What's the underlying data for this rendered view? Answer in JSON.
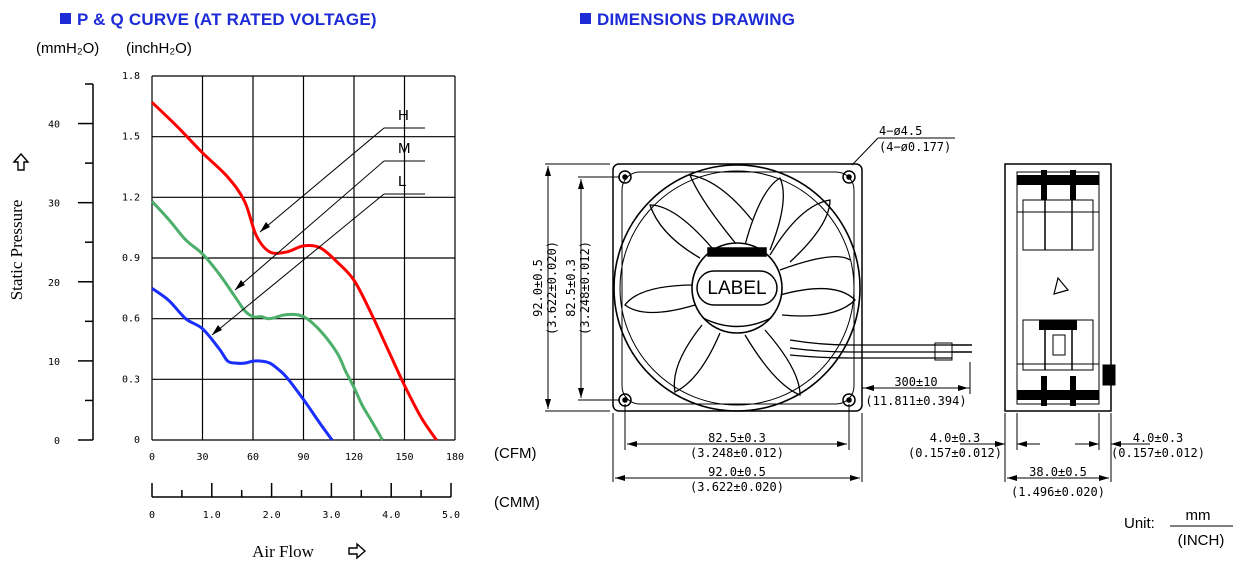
{
  "headers": {
    "pq_title": "P & Q CURVE (AT RATED VOLTAGE)",
    "dim_title": "DIMENSIONS DRAWING"
  },
  "units": {
    "mmh2o": "(mmH₂O)",
    "inchh2o": "(inchH₂O)",
    "cfm": "(CFM)",
    "cmm": "(CMM)",
    "unit_label": "Unit:",
    "unit_num": "mm",
    "unit_den": "(INCH)"
  },
  "chart_data": {
    "type": "line",
    "ylabel": "Static Pressure",
    "xlabel": "Air Flow",
    "y_mmh2o_ticks": [
      "40",
      "30",
      "20",
      "10",
      "0"
    ],
    "y_inch_ticks": [
      "1.8",
      "1.5",
      "1.2",
      "0.9",
      "0.6",
      "0.3",
      "0"
    ],
    "x_cfm_ticks": [
      "0",
      "30",
      "60",
      "90",
      "120",
      "150",
      "180"
    ],
    "x_cmm_ticks": [
      "0",
      "1.0",
      "2.0",
      "3.0",
      "4.0",
      "5.0"
    ],
    "xlim": [
      0,
      180
    ],
    "ylim": [
      0,
      1.8
    ],
    "grid": true,
    "series": [
      {
        "name": "H",
        "color": "#ff0000",
        "x": [
          0,
          15,
          30,
          45,
          55,
          62,
          70,
          80,
          90,
          100,
          110,
          120,
          130,
          140,
          150,
          160,
          169
        ],
        "y": [
          1.67,
          1.55,
          1.42,
          1.3,
          1.18,
          1.01,
          0.93,
          0.93,
          0.96,
          0.95,
          0.88,
          0.79,
          0.63,
          0.45,
          0.27,
          0.11,
          0.0
        ]
      },
      {
        "name": "M",
        "color": "#4caf6a",
        "x": [
          0,
          10,
          20,
          30,
          40,
          50,
          55,
          60,
          65,
          70,
          80,
          90,
          100,
          110,
          115,
          120,
          125,
          130,
          137
        ],
        "y": [
          1.18,
          1.09,
          0.99,
          0.92,
          0.82,
          0.7,
          0.64,
          0.61,
          0.61,
          0.6,
          0.62,
          0.61,
          0.54,
          0.43,
          0.34,
          0.26,
          0.17,
          0.1,
          0.0
        ]
      },
      {
        "name": "L",
        "color": "#1a2eff",
        "x": [
          0,
          10,
          20,
          30,
          40,
          45,
          50,
          55,
          60,
          65,
          70,
          75,
          80,
          90,
          100,
          107
        ],
        "y": [
          0.75,
          0.69,
          0.6,
          0.55,
          0.45,
          0.39,
          0.38,
          0.38,
          0.39,
          0.39,
          0.38,
          0.35,
          0.31,
          0.2,
          0.08,
          0.0
        ]
      }
    ]
  },
  "dims": {
    "hole_top": "4−ø4.5",
    "hole_bot": "(4−ø0.177)",
    "label": "LABEL",
    "v_outer": "92.0±0.5",
    "v_outer_in": "(3.622±0.020)",
    "v_inner": "82.5±0.3",
    "v_inner_in": "(3.248±0.012)",
    "h_inner": "82.5±0.3",
    "h_inner_in": "(3.248±0.012)",
    "h_outer": "92.0±0.5",
    "h_outer_in": "(3.622±0.020)",
    "lead": "300±10",
    "lead_in": "(11.811±0.394)",
    "rib_l": "4.0±0.3",
    "rib_l_in": "(0.157±0.012)",
    "rib_r": "4.0±0.3",
    "rib_r_in": "(0.157±0.012)",
    "depth": "38.0±0.5",
    "depth_in": "(1.496±0.020)"
  }
}
